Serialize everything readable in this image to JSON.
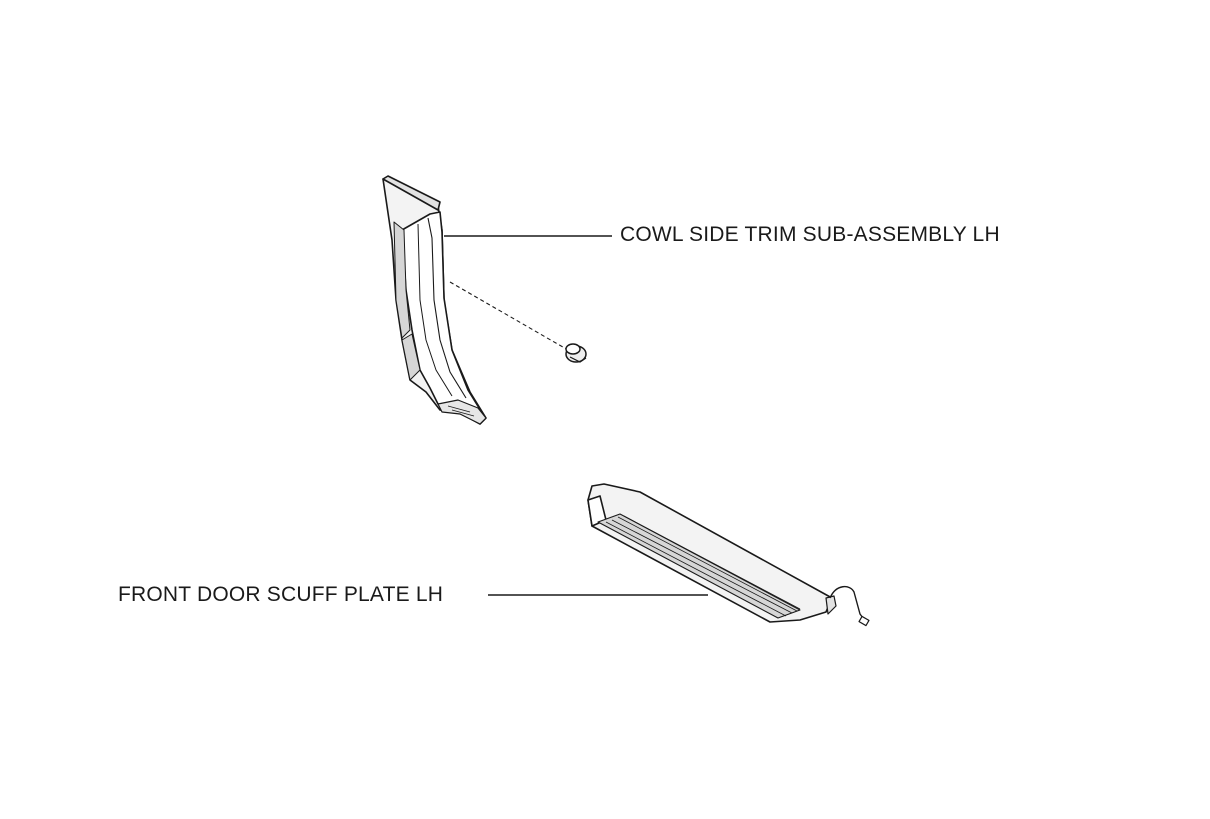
{
  "parts": [
    {
      "id": "cowl",
      "label": "COWL SIDE TRIM SUB-ASSEMBLY LH",
      "icon": "cowl-side-trim-icon"
    },
    {
      "id": "clip",
      "label": "",
      "icon": "trim-clip-icon"
    },
    {
      "id": "scuff",
      "label": "FRONT DOOR SCUFF PLATE LH",
      "icon": "scuff-plate-icon"
    }
  ],
  "colors": {
    "stroke": "#1a1a1a",
    "part_fill": "#f3f3f3",
    "shade": "#d6d6d6",
    "background": "#ffffff"
  }
}
